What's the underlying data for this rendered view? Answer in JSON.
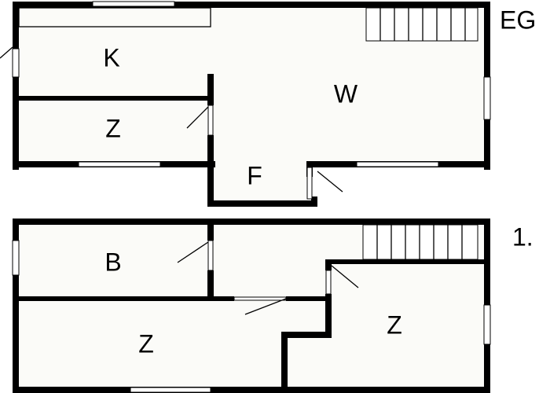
{
  "floors": [
    {
      "label": "EG",
      "rooms": [
        {
          "id": "k",
          "label": "K"
        },
        {
          "id": "w",
          "label": "W"
        },
        {
          "id": "z",
          "label": "Z"
        },
        {
          "id": "f",
          "label": "F"
        }
      ]
    },
    {
      "label": "1.",
      "rooms": [
        {
          "id": "b",
          "label": "B"
        },
        {
          "id": "z-left",
          "label": "Z"
        },
        {
          "id": "z-right",
          "label": "Z"
        }
      ]
    }
  ],
  "colors": {
    "wall": "#000000",
    "floor": "#fbfbf8",
    "window": "#ffffff"
  }
}
